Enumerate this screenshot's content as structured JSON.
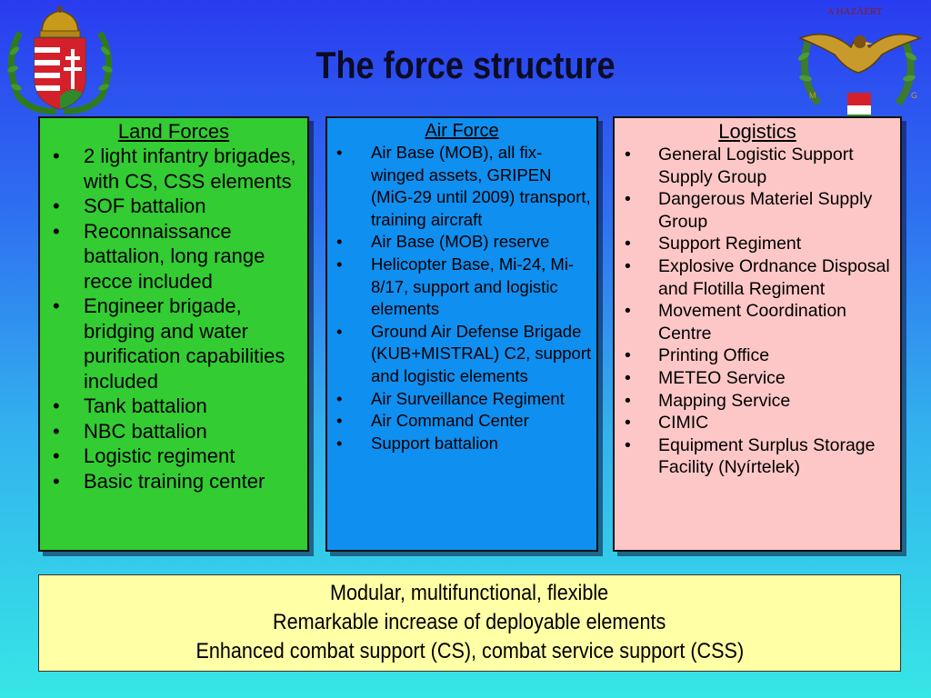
{
  "title": "The force structure",
  "emblem_right_text": "A HAZÁÉRT",
  "land": {
    "heading": "Land Forces",
    "items": [
      "2 light infantry brigades, with CS, CSS elements",
      "SOF battalion",
      "Reconnaissance battalion, long range recce included",
      "Engineer brigade, bridging and water purification capabilities included",
      "Tank battalion",
      "NBC battalion",
      "Logistic regiment",
      "Basic training center"
    ]
  },
  "air": {
    "heading": "Air Force",
    "items": [
      "Air Base (MOB), all fix-winged assets, GRIPEN (MiG-29 until 2009) transport, training aircraft",
      "Air Base (MOB) reserve",
      "Helicopter Base, Mi-24, Mi-8/17, support and logistic elements",
      "Ground Air Defense Brigade (KUB+MISTRAL) C2, support and logistic elements",
      "Air Surveillance Regiment",
      "Air Command Center",
      "Support battalion"
    ]
  },
  "logistics": {
    "heading": "Logistics",
    "items": [
      "General Logistic Support Supply Group",
      "Dangerous Materiel Supply Group",
      "Support Regiment",
      "Explosive Ordnance Disposal and Flotilla Regiment",
      "Movement Coordination Centre",
      "Printing Office",
      "METEO Service",
      "Mapping Service",
      "CIMIC",
      "Equipment Surplus Storage Facility (Nyírtelek)"
    ]
  },
  "summary": {
    "line1": "Modular, multifunctional, flexible",
    "line2": "Remarkable increase of deployable elements",
    "line3": "Enhanced combat support (CS), combat service support (CSS)"
  },
  "colors": {
    "land_box": "#33cc33",
    "air_box": "#0f8ff0",
    "logistics_box": "#fec7c7",
    "summary_box": "#ffffa6"
  }
}
